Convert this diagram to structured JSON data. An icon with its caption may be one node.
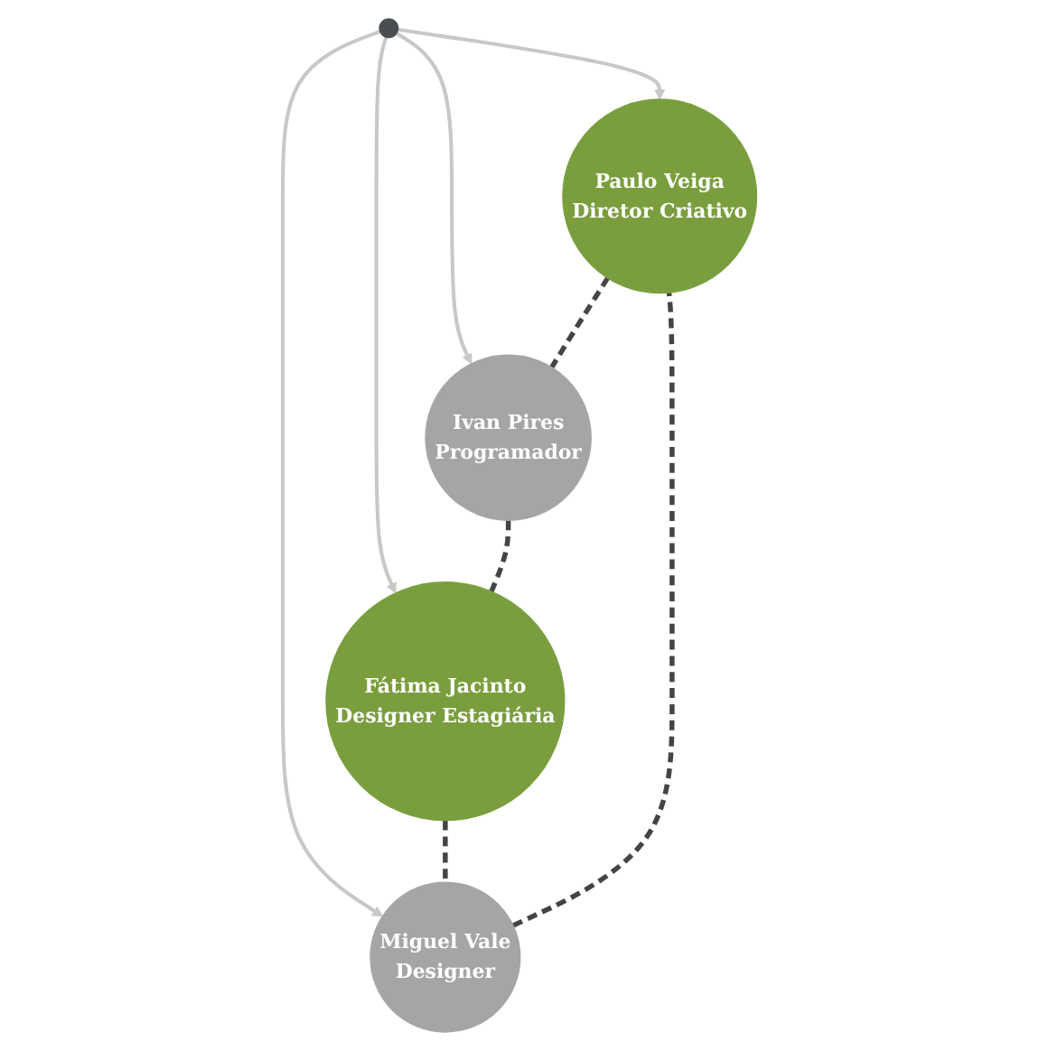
{
  "diagram": {
    "nodes": [
      {
        "text": [
          "Paulo Veiga",
          "Diretor Criativo"
        ]
      },
      {
        "text": [
          "Miguel Vale",
          "Designer"
        ]
      },
      {
        "text": [],
        "shape": "circle"
      },
      {
        "text": [
          "Ivan Pires",
          "Programador"
        ]
      },
      {
        "text": [
          "Fátima Jacinto",
          "Designer Estagiária"
        ]
      }
    ],
    "edges": [
      {
        "from": 2,
        "to": 0,
        "arrow": "to"
      },
      {
        "from": 2,
        "to": 1,
        "arrow": "to"
      },
      {
        "from": 2,
        "to": 3,
        "arrow": "to"
      },
      {
        "from": 2,
        "to": 4,
        "arrow": "to"
      },
      {
        "from": 0,
        "to": 3,
        "arrow": "none",
        "style": "dashed",
        "color": "#444444"
      },
      {
        "from": 3,
        "to": 4,
        "arrow": "none",
        "style": "dashed",
        "color": "#444444"
      },
      {
        "from": 4,
        "to": 1,
        "arrow": "none",
        "style": "dashed",
        "color": "#444444"
      },
      {
        "from": 1,
        "to": 0,
        "arrow": "none",
        "style": "dashed",
        "color": "#444444"
      }
    ]
  }
}
